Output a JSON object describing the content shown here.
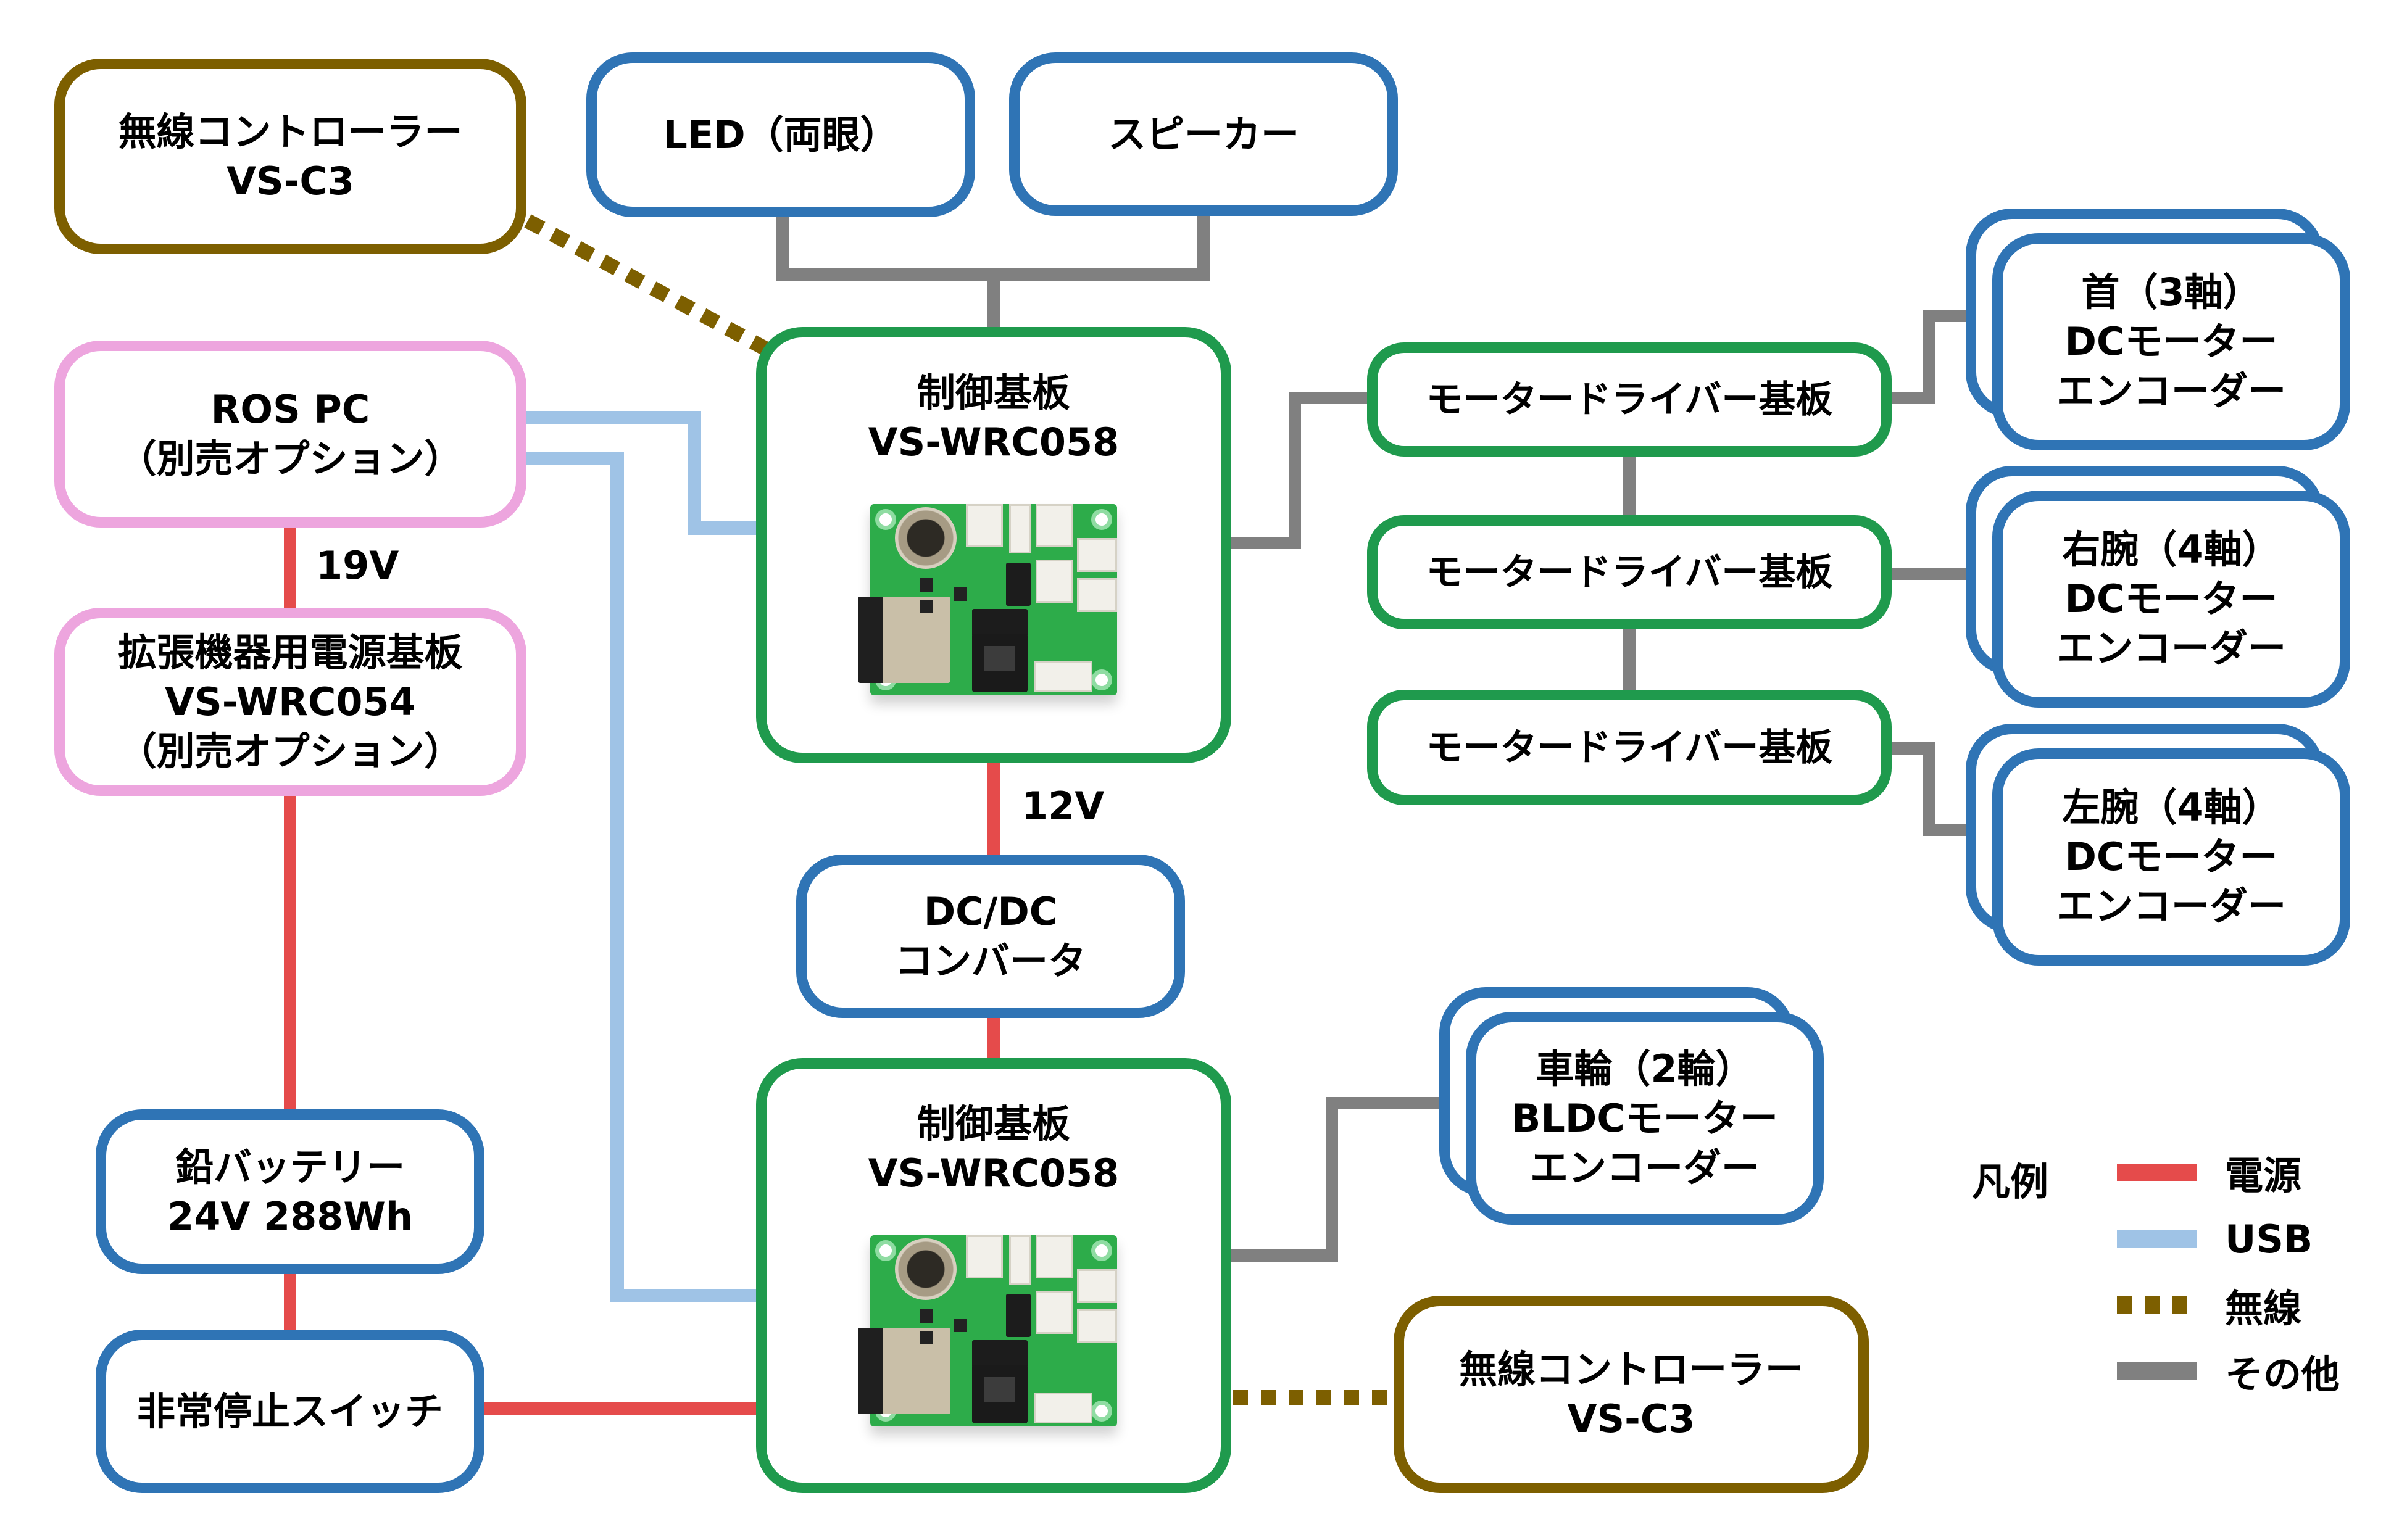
{
  "diagram": {
    "colors": {
      "power": "#e54b4b",
      "usb": "#9fc3e6",
      "wireless": "#7d5f00",
      "other": "#808080",
      "box_blue": "#2f74b5",
      "box_green": "#1f9a4d",
      "box_pink": "#eda5de",
      "box_brown": "#7d5f00"
    },
    "nodes": {
      "wireless_controller_top": {
        "lines": [
          "無線コントローラー",
          "VS-C3"
        ]
      },
      "led": {
        "lines": [
          "LED（両眼）"
        ]
      },
      "speaker": {
        "lines": [
          "スピーカー"
        ]
      },
      "ros_pc": {
        "lines": [
          "ROS PC",
          "（別売オプション）"
        ]
      },
      "power_board": {
        "lines": [
          "拡張機器用電源基板",
          "VS-WRC054",
          "（別売オプション）"
        ]
      },
      "battery": {
        "lines": [
          "鉛バッテリー",
          "24V 288Wh"
        ]
      },
      "estop": {
        "lines": [
          "非常停止スイッチ"
        ]
      },
      "control_board_top": {
        "lines": [
          "制御基板",
          "VS-WRC058"
        ],
        "image": "pcb-photo"
      },
      "dcdc": {
        "lines": [
          "DC/DC",
          "コンバータ"
        ]
      },
      "control_board_bottom": {
        "lines": [
          "制御基板",
          "VS-WRC058"
        ],
        "image": "pcb-photo"
      },
      "motor_driver_1": {
        "lines": [
          "モータードライバー基板"
        ]
      },
      "motor_driver_2": {
        "lines": [
          "モータードライバー基板"
        ]
      },
      "motor_driver_3": {
        "lines": [
          "モータードライバー基板"
        ]
      },
      "neck_motor": {
        "lines": [
          "首（3軸）",
          "DCモーター",
          "エンコーダー"
        ]
      },
      "right_arm_motor": {
        "lines": [
          "右腕（4軸）",
          "DCモーター",
          "エンコーダー"
        ]
      },
      "left_arm_motor": {
        "lines": [
          "左腕（4軸）",
          "DCモーター",
          "エンコーダー"
        ]
      },
      "wheel_motor": {
        "lines": [
          "車輪（2輪）",
          "BLDCモーター",
          "エンコーダー"
        ]
      },
      "wireless_controller_bottom": {
        "lines": [
          "無線コントローラー",
          "VS-C3"
        ]
      }
    },
    "edge_labels": {
      "v19": "19V",
      "v12": "12V"
    },
    "edges": [
      {
        "from": "wireless_controller_top",
        "to": "control_board_top",
        "type": "wireless"
      },
      {
        "from": "led",
        "to": "control_board_top",
        "type": "other"
      },
      {
        "from": "speaker",
        "to": "control_board_top",
        "type": "other"
      },
      {
        "from": "ros_pc",
        "to": "control_board_top",
        "type": "usb"
      },
      {
        "from": "ros_pc",
        "to": "control_board_bottom",
        "type": "usb"
      },
      {
        "from": "ros_pc",
        "to": "power_board",
        "type": "power",
        "label": "19V"
      },
      {
        "from": "power_board",
        "to": "battery",
        "type": "power"
      },
      {
        "from": "battery",
        "to": "estop",
        "type": "power"
      },
      {
        "from": "estop",
        "to": "control_board_bottom",
        "type": "power"
      },
      {
        "from": "control_board_top",
        "to": "dcdc",
        "type": "power",
        "label": "12V"
      },
      {
        "from": "dcdc",
        "to": "control_board_bottom",
        "type": "power"
      },
      {
        "from": "control_board_top",
        "to": "motor_driver_1",
        "type": "other"
      },
      {
        "from": "motor_driver_1",
        "to": "motor_driver_2",
        "type": "other"
      },
      {
        "from": "motor_driver_2",
        "to": "motor_driver_3",
        "type": "other"
      },
      {
        "from": "motor_driver_1",
        "to": "neck_motor",
        "type": "other"
      },
      {
        "from": "motor_driver_2",
        "to": "right_arm_motor",
        "type": "other"
      },
      {
        "from": "motor_driver_3",
        "to": "left_arm_motor",
        "type": "other"
      },
      {
        "from": "control_board_bottom",
        "to": "wheel_motor",
        "type": "other"
      },
      {
        "from": "control_board_bottom",
        "to": "wireless_controller_bottom",
        "type": "wireless"
      }
    ],
    "legend": {
      "title": "凡例",
      "items": [
        {
          "label": "電源",
          "style": "solid",
          "color": "#e54b4b"
        },
        {
          "label": "USB",
          "style": "solid",
          "color": "#9fc3e6"
        },
        {
          "label": "無線",
          "style": "dotted",
          "color": "#7d5f00"
        },
        {
          "label": "その他",
          "style": "solid",
          "color": "#808080"
        }
      ]
    }
  }
}
